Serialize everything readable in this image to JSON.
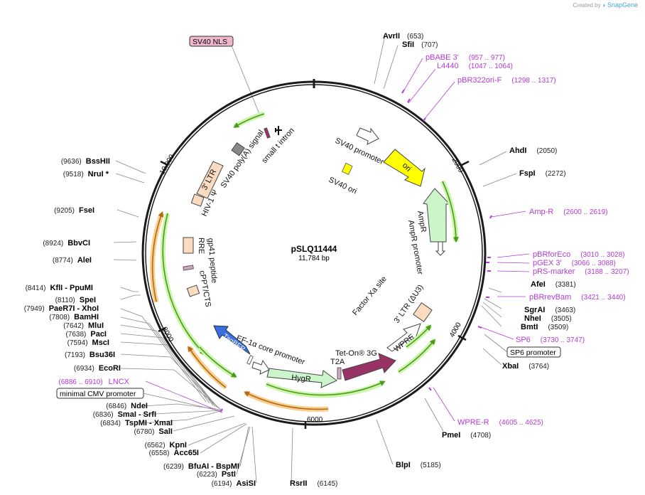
{
  "watermark": {
    "prefix": "Created by",
    "brand": "SnapGene"
  },
  "plasmid": {
    "name": "pSLQ11444",
    "length": "11,784 bp"
  },
  "ticks": [
    "2000",
    "4000",
    "6000",
    "8000",
    "10,000"
  ],
  "sites": [
    {
      "name": "AvrII",
      "pos": "(653)"
    },
    {
      "name": "SfiI",
      "pos": "(707)"
    },
    {
      "name": "AhdI",
      "pos": "(2050)"
    },
    {
      "name": "FspI",
      "pos": "(2272)"
    },
    {
      "name": "AfeI",
      "pos": "(3381)"
    },
    {
      "name": "SgrAI",
      "pos": "(3463)"
    },
    {
      "name": "NheI",
      "pos": "(3505)"
    },
    {
      "name": "BmtI",
      "pos": "(3509)"
    },
    {
      "name": "XbaI",
      "pos": "(3764)"
    },
    {
      "name": "PmeI",
      "pos": "(4708)"
    },
    {
      "name": "BlpI",
      "pos": "(5185)"
    },
    {
      "name": "RsrII",
      "pos": "(6145)"
    },
    {
      "name": "AsiSI",
      "pos": "(6194)"
    },
    {
      "name": "PstI",
      "pos": "(6223)"
    },
    {
      "name": "BfuAI - BspMI",
      "pos": "(6239)"
    },
    {
      "name": "Acc65I",
      "pos": "(6558)"
    },
    {
      "name": "KpnI",
      "pos": "(6562)"
    },
    {
      "name": "SalI",
      "pos": "(6780)"
    },
    {
      "name": "TspMI - XmaI",
      "pos": "(6834)"
    },
    {
      "name": "SmaI - SrfI",
      "pos": "(6836)"
    },
    {
      "name": "NdeI",
      "pos": "(6846)"
    },
    {
      "name": "EcoRI",
      "pos": "(6934)"
    },
    {
      "name": "Bsu36I",
      "pos": "(7193)"
    },
    {
      "name": "MscI",
      "pos": "(7594)"
    },
    {
      "name": "PacI",
      "pos": "(7638)"
    },
    {
      "name": "MluI",
      "pos": "(7642)"
    },
    {
      "name": "BamHI",
      "pos": "(7808)"
    },
    {
      "name": "PaeR7I - XhoI",
      "pos": "(7949)"
    },
    {
      "name": "SpeI",
      "pos": "(8110)"
    },
    {
      "name": "KflI - PpuMI",
      "pos": "(8414)"
    },
    {
      "name": "AleI",
      "pos": "(8774)"
    },
    {
      "name": "BbvCI",
      "pos": "(8924)"
    },
    {
      "name": "FseI",
      "pos": "(9205)"
    },
    {
      "name": "NruI *",
      "pos": "(9518)"
    },
    {
      "name": "BssHII",
      "pos": "(9636)"
    }
  ],
  "primers": [
    {
      "name": "pBABE 3'",
      "pos": "(957 .. 977)"
    },
    {
      "name": "L4440",
      "pos": "(1047 .. 1064)"
    },
    {
      "name": "pBR322ori-F",
      "pos": "(1298 .. 1317)"
    },
    {
      "name": "Amp-R",
      "pos": "(2600 .. 2619)"
    },
    {
      "name": "pBRforEco",
      "pos": "(3010 .. 3028)"
    },
    {
      "name": "pGEX 3'",
      "pos": "(3066 .. 3088)"
    },
    {
      "name": "pRS-marker",
      "pos": "(3188 .. 3207)"
    },
    {
      "name": "pBRrevBam",
      "pos": "(3421 .. 3440)"
    },
    {
      "name": "SP6",
      "pos": "(3730 .. 3747)"
    },
    {
      "name": "WPRE-R",
      "pos": "(4605 .. 4625)"
    },
    {
      "name": "LNCX",
      "pos": "(6886 .. 6910)"
    }
  ],
  "boxed_features": [
    "SV40 NLS",
    "SP6 promoter",
    "minimal CMV promoter"
  ],
  "features": {
    "sv40_promoter": "SV40 promoter",
    "sv40_ori": "SV40 ori",
    "ori": "ori",
    "ampr": "AmpR",
    "ampr_promoter": "AmpR promoter",
    "factor_xa": "Factor Xa site",
    "ltr_3_du3": "3' LTR (ΔU3)",
    "wpre": "WPRE",
    "tet_on": "Tet-On® 3G",
    "t2a": "T2A",
    "hygr": "HygR",
    "ef1a": "EF-1α core promoter",
    "tagbfp": "TagBFP",
    "cppt_cts": "cPPT/CTS",
    "gp41": "gp41 peptide",
    "rre": "RRE",
    "hiv_psi": "HIV-1 Ψ",
    "ltr_3": "3' LTR",
    "sv40_polya": "SV40 poly(A) signal",
    "small_t": "small t intron"
  },
  "colors": {
    "backbone": "#1a1a1a",
    "primer": "#b23bd6",
    "ori": "#ffff00",
    "ampr": "#ccf5cc",
    "hygr": "#ccf5cc",
    "tagbfp": "#3a6fe0",
    "tet_on": "#993366",
    "ltr": "#fcdcc0",
    "orf_arrow": "#4a9a1e",
    "orf_halo": "#ccf5aa",
    "orange_arrow": "#b26a1a",
    "orange_halo": "#f9cf8d"
  }
}
